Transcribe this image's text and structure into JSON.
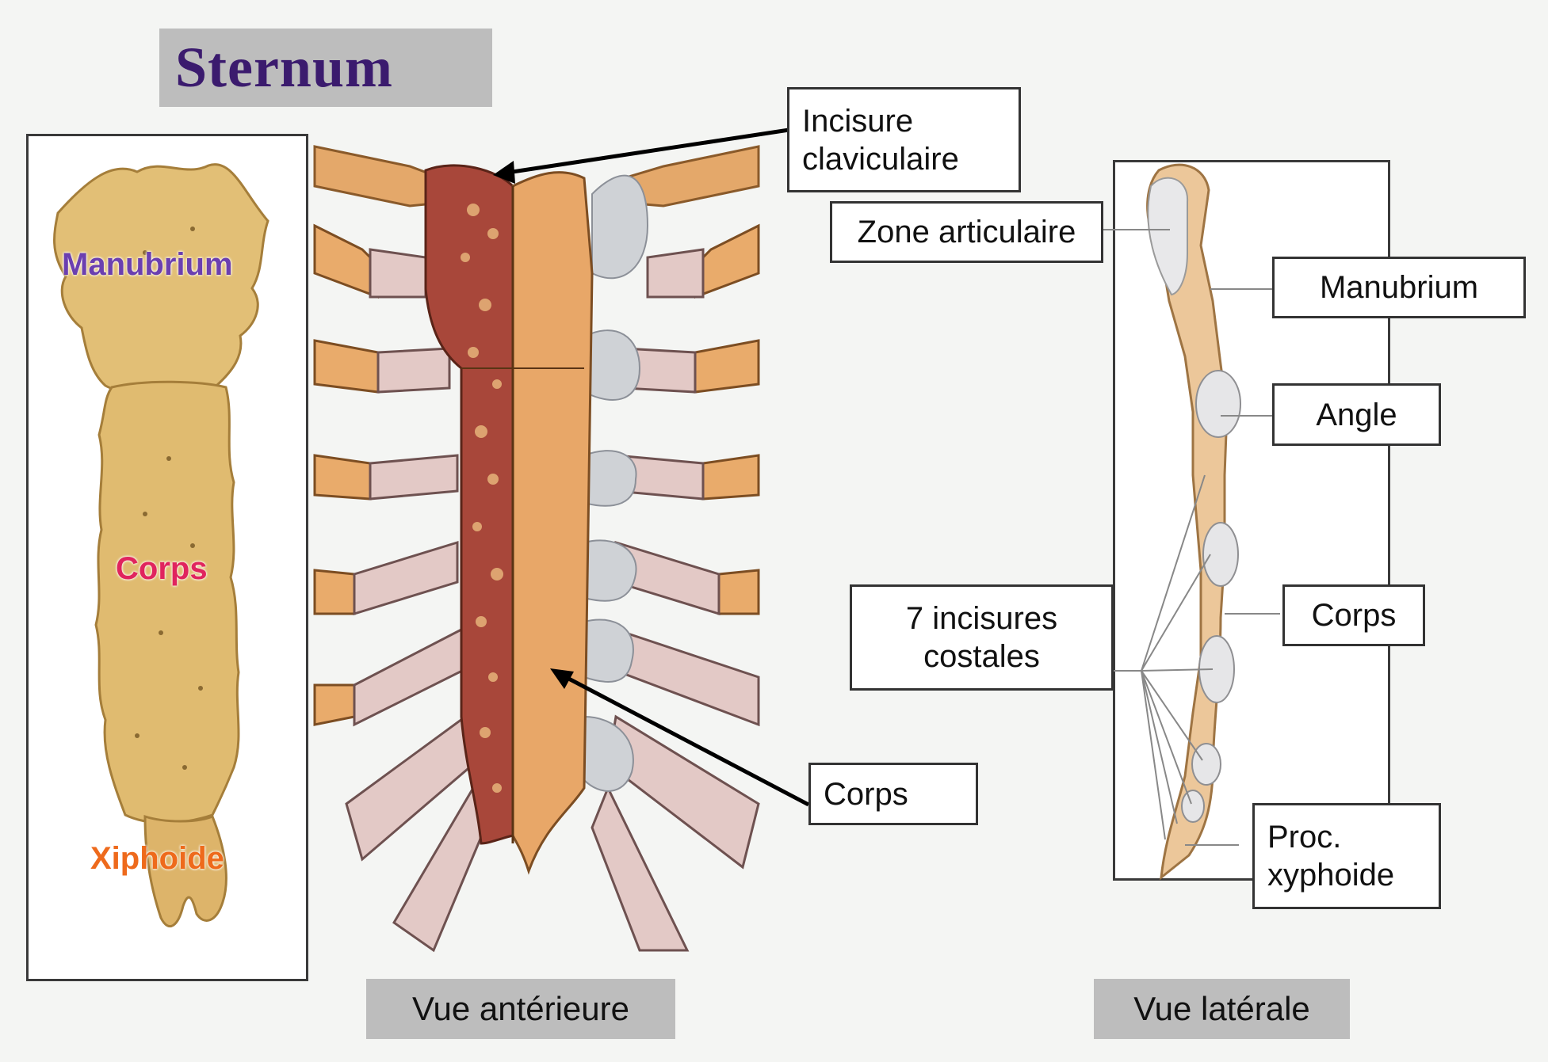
{
  "title": "Sternum",
  "left_labels": {
    "manubrium": "Manubrium",
    "corps": "Corps",
    "xiphoide": "Xiphoide"
  },
  "anterior_labels": {
    "incisure": "Incisure\nclaviculaire",
    "corps": "Corps"
  },
  "lateral_labels": {
    "zone_articulaire": "Zone articulaire",
    "manubrium": "Manubrium",
    "angle": "Angle",
    "incisures_costales": "7 incisures\ncostales",
    "corps": "Corps",
    "proc_xyphoide": "Proc.\nxyphoide"
  },
  "captions": {
    "anterior": "Vue antérieure",
    "lateral": "Vue latérale"
  },
  "colors": {
    "manubrium_label": "#6b3fb0",
    "corps_label": "#e0245e",
    "xiphoide_label": "#ee6a1c",
    "bone": "#e3c07a",
    "cartilage": "#e3c9c6",
    "title": "#3b1b6e"
  }
}
